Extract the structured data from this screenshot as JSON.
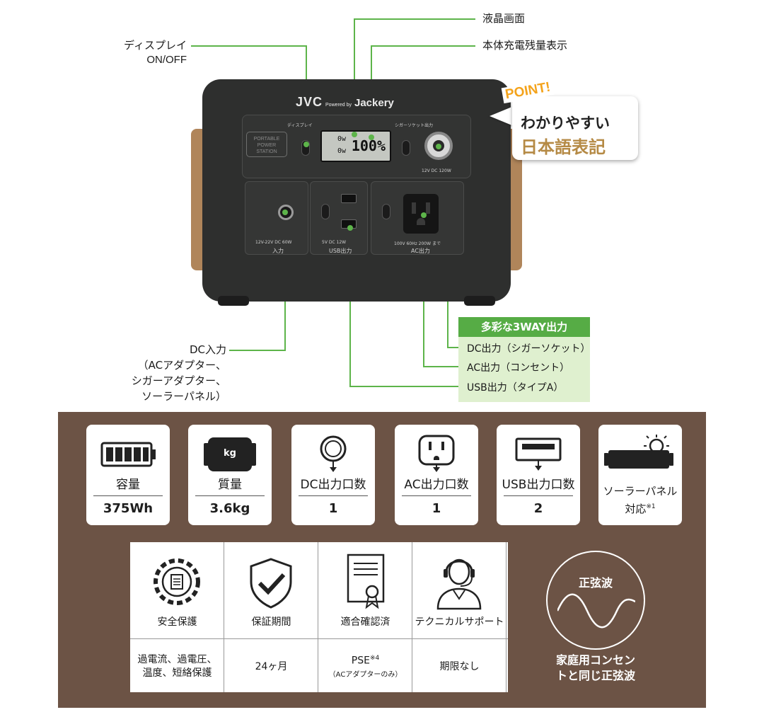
{
  "diagram": {
    "labels": {
      "lcd": "液晶画面",
      "battery_display": "本体充電残量表示",
      "display_line1": "ディスプレイ",
      "display_line2": "ON/OFF",
      "dc_in_l1": "DC入力",
      "dc_in_l2": "（ACアダプター、",
      "dc_in_l3": "シガーアダプター、",
      "dc_in_l4": "ソーラーパネル）"
    },
    "product": {
      "brand": "JVC",
      "powered_by": "Powered by",
      "partner": "Jackery",
      "badge": "PORTABLE POWER STATION",
      "lcd_value": "100%",
      "lcd_in": "0w",
      "lcd_out": "0w",
      "display_btn_label": "ディスプレイ",
      "cigar_label": "シガーソケット出力",
      "cigar_spec": "12V DC 120W",
      "in_spec": "12V-22V DC 60W",
      "in_label": "入力",
      "usb_spec": "5V DC 12W",
      "usb_label": "USB出力",
      "ac_spec": "100V 60Hz 200W まで",
      "ac_label": "AC出力"
    },
    "point": {
      "title": "POINT!",
      "line1": "わかりやすい",
      "line2": "日本語表記"
    },
    "outputs": {
      "header": "多彩な3WAY出力",
      "items": [
        "DC出力（シガーソケット）",
        "AC出力（コンセント）",
        "USB出力（タイプA）"
      ]
    }
  },
  "specs": {
    "cards": [
      {
        "icon": "battery-icon",
        "title": "容量",
        "value": "375Wh"
      },
      {
        "icon": "weight-icon",
        "title": "質量",
        "value": "3.6kg",
        "icon_text": "kg"
      },
      {
        "icon": "dc-port-icon",
        "title": "DC出力口数",
        "value": "1"
      },
      {
        "icon": "ac-outlet-icon",
        "title": "AC出力口数",
        "value": "1"
      },
      {
        "icon": "usb-port-icon",
        "title": "USB出力口数",
        "value": "2"
      },
      {
        "icon": "solar-panel-icon",
        "title_l1": "ソーラーパネル",
        "title_l2": "対応",
        "title_sup": "※1"
      }
    ],
    "table": [
      {
        "icon": "gear-document-icon",
        "title": "安全保護",
        "value_l1": "過電流、過電圧、",
        "value_l2": "温度、短絡保護"
      },
      {
        "icon": "shield-check-icon",
        "title": "保証期間",
        "value_l1": "24ヶ月"
      },
      {
        "icon": "certificate-icon",
        "title": "適合確認済",
        "value_l1": "PSE",
        "value_sup": "※4",
        "value_l2": "（ACアダプターのみ）"
      },
      {
        "icon": "support-headset-icon",
        "title": "テクニカルサポート",
        "value_l1": "期限なし"
      }
    ],
    "sine": {
      "title": "正弦波",
      "desc_l1": "家庭用コンセン",
      "desc_l2": "トと同じ正弦波"
    }
  },
  "colors": {
    "accent_green": "#5db44a",
    "brown_bg": "#6c5345",
    "point_orange": "#f4a31b",
    "point_gold": "#b58a45"
  }
}
